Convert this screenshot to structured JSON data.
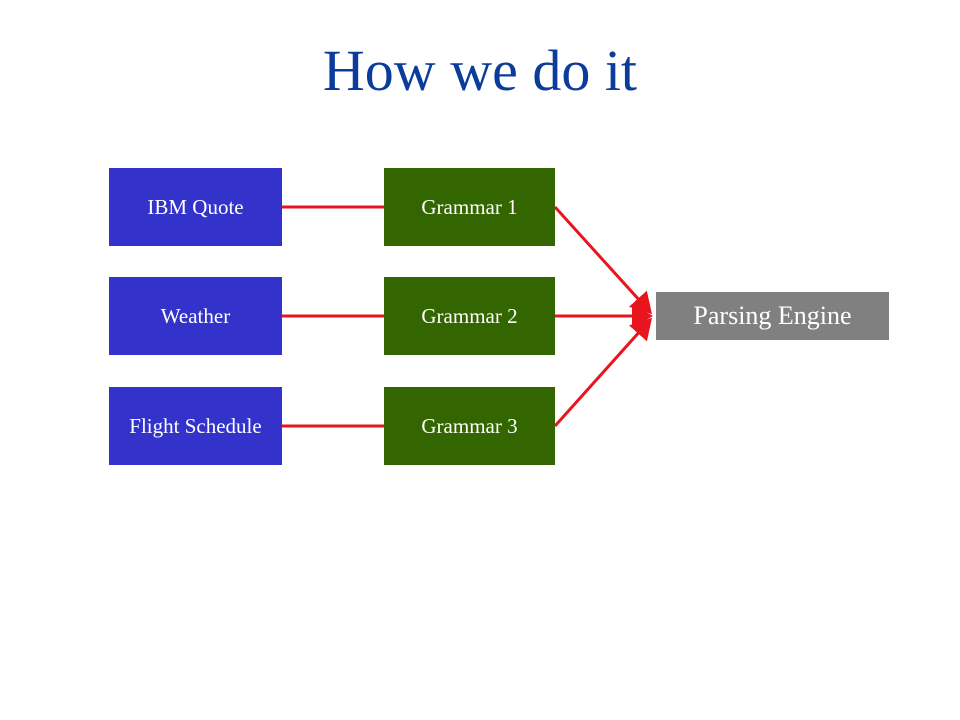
{
  "slide": {
    "title": "How we do it"
  },
  "diagram": {
    "sources": [
      "IBM Quote",
      "Weather",
      "Flight Schedule"
    ],
    "grammars": [
      "Grammar 1",
      "Grammar 2",
      "Grammar 3"
    ],
    "engine": "Parsing Engine",
    "colors": {
      "title": "#0b3c9c",
      "source_box": "#3333cc",
      "grammar_box": "#336600",
      "engine_box": "#808080",
      "connector": "#e8141e"
    }
  }
}
